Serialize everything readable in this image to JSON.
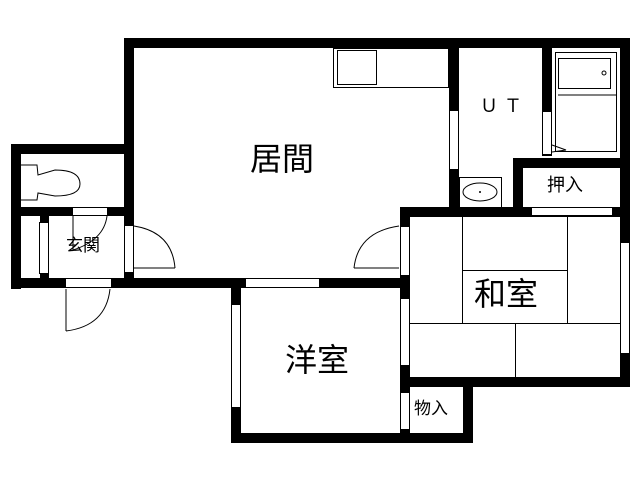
{
  "floorplan": {
    "rooms": {
      "living": "居間",
      "ut": "ＵＴ",
      "entrance": "玄関",
      "western_room": "洋室",
      "japanese_room": "和室",
      "closet": "押入",
      "storage": "物入"
    },
    "colors": {
      "wall": "#000000",
      "background": "#ffffff"
    }
  }
}
